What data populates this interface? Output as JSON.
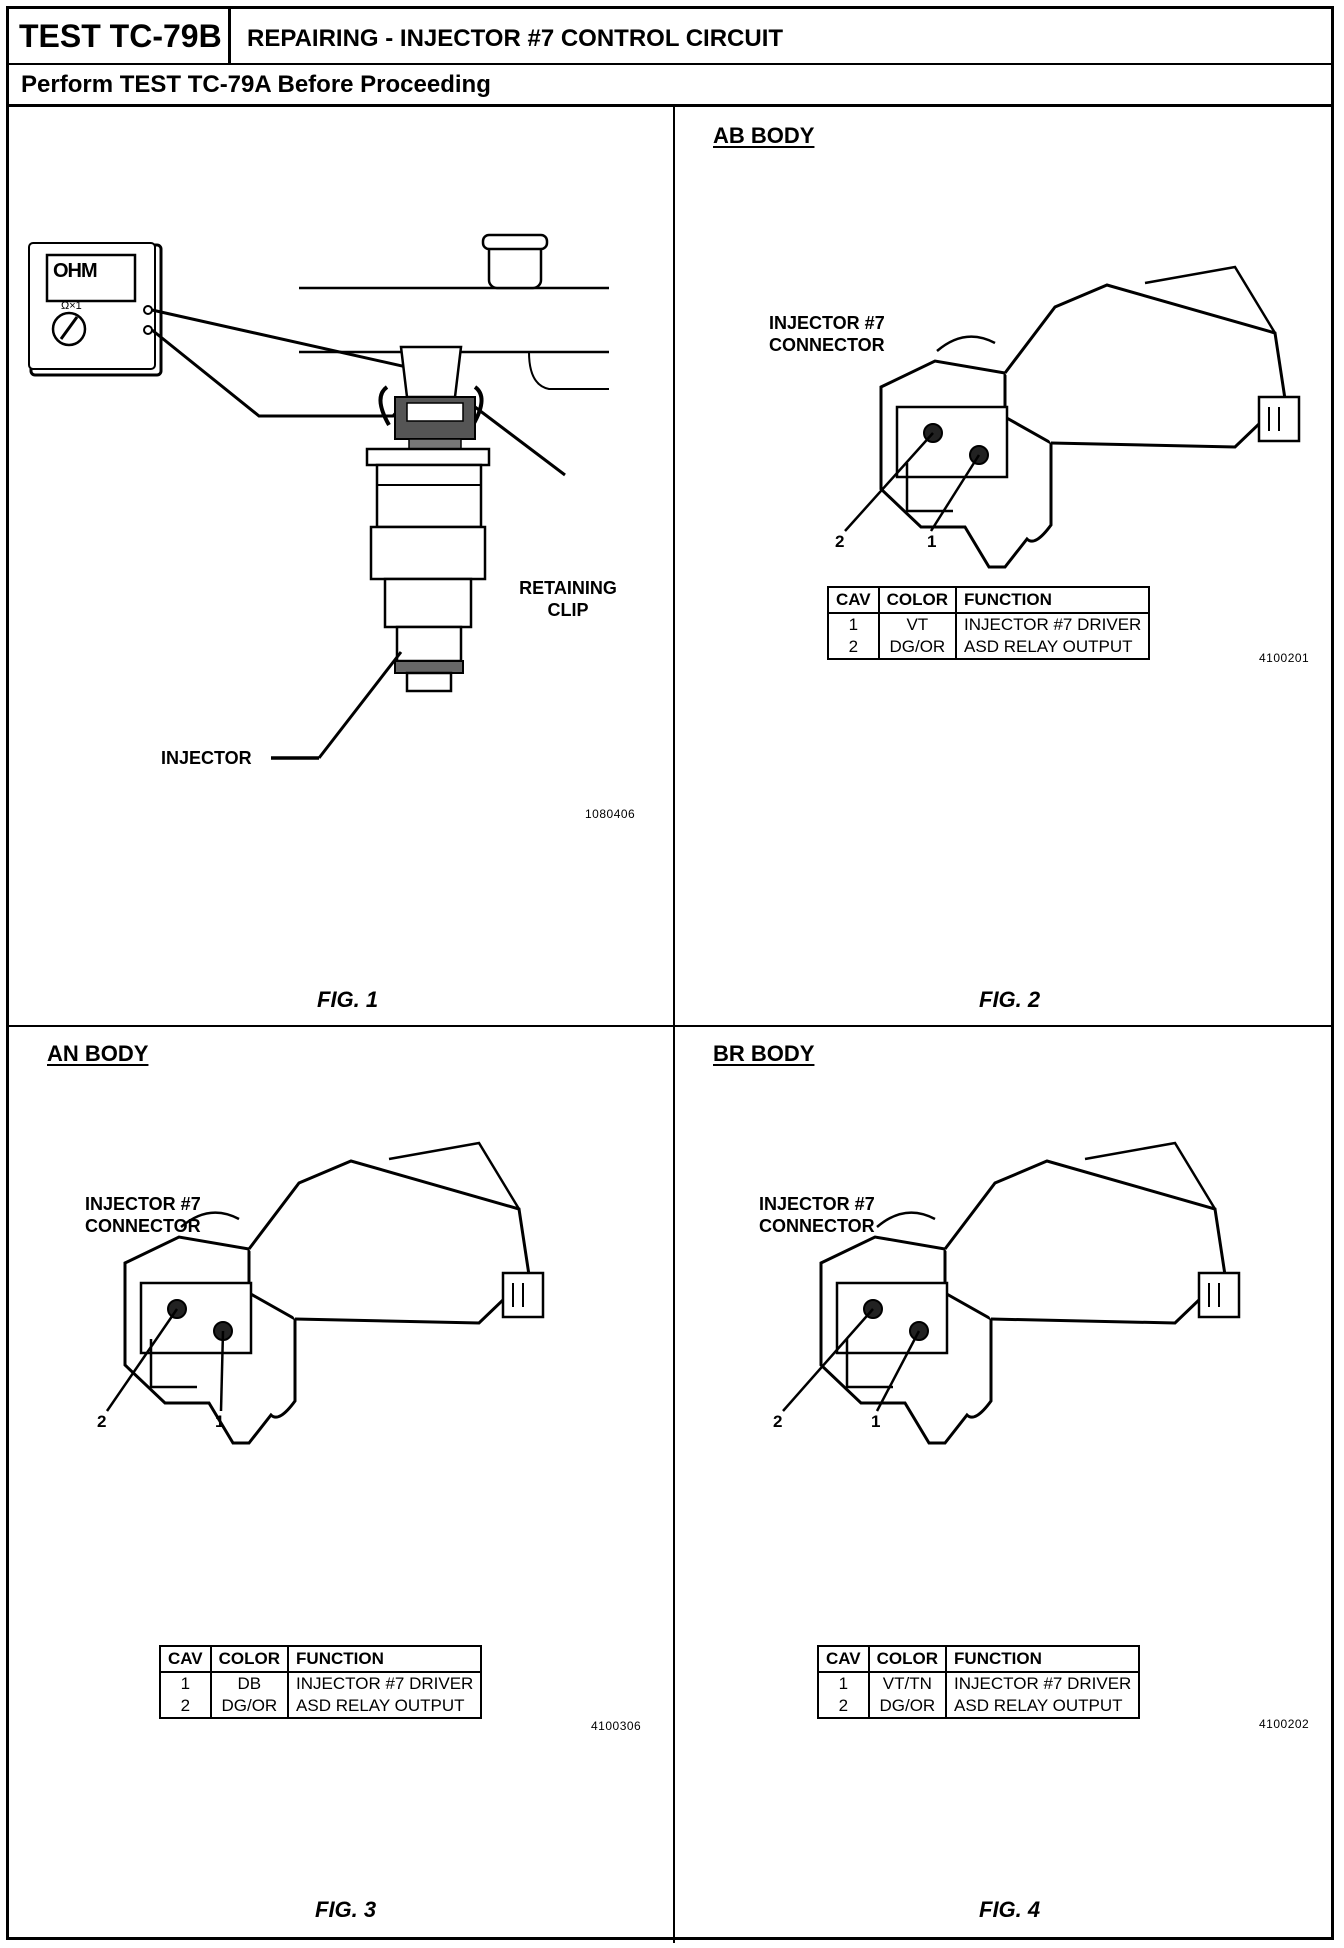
{
  "header": {
    "test_id": "TEST TC-79B",
    "title": "REPAIRING - INJECTOR #7 CONTROL CIRCUIT",
    "subtitle": "Perform TEST TC-79A Before Proceeding"
  },
  "fig1": {
    "meter_display": "OHM",
    "meter_range": "Ω×1",
    "retaining_clip_label": "RETAINING CLIP",
    "injector_label": "INJECTOR",
    "part_number": "1080406",
    "fig_label": "FIG. 1"
  },
  "fig2": {
    "body": "AB BODY",
    "connector_label": "INJECTOR #7 CONNECTOR",
    "pin2": "2",
    "pin1": "1",
    "table_headers": [
      "CAV",
      "COLOR",
      "FUNCTION"
    ],
    "rows": [
      {
        "cav": "1",
        "color": "VT",
        "function": "INJECTOR #7 DRIVER"
      },
      {
        "cav": "2",
        "color": "DG/OR",
        "function": "ASD RELAY OUTPUT"
      }
    ],
    "part_number": "4100201",
    "fig_label": "FIG. 2"
  },
  "fig3": {
    "body": "AN BODY",
    "connector_label": "INJECTOR #7 CONNECTOR",
    "pin2": "2",
    "pin1": "1",
    "table_headers": [
      "CAV",
      "COLOR",
      "FUNCTION"
    ],
    "rows": [
      {
        "cav": "1",
        "color": "DB",
        "function": "INJECTOR #7 DRIVER"
      },
      {
        "cav": "2",
        "color": "DG/OR",
        "function": "ASD RELAY OUTPUT"
      }
    ],
    "part_number": "4100306",
    "fig_label": "FIG. 3"
  },
  "fig4": {
    "body": "BR BODY",
    "connector_label": "INJECTOR #7 CONNECTOR",
    "pin2": "2",
    "pin1": "1",
    "table_headers": [
      "CAV",
      "COLOR",
      "FUNCTION"
    ],
    "rows": [
      {
        "cav": "1",
        "color": "VT/TN",
        "function": "INJECTOR #7 DRIVER"
      },
      {
        "cav": "2",
        "color": "DG/OR",
        "function": "ASD RELAY OUTPUT"
      }
    ],
    "part_number": "4100202",
    "fig_label": "FIG. 4"
  }
}
